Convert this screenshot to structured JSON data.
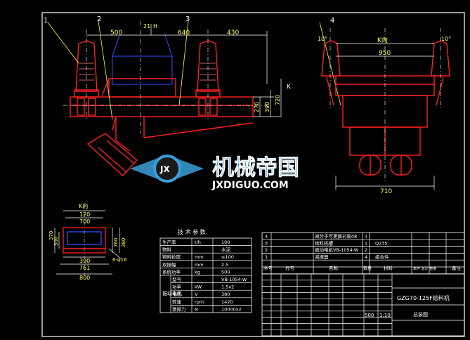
{
  "colors": {
    "background": "#000000",
    "frame": "#ffffff",
    "machine": "#ff2020",
    "dimension": "#ffffff",
    "hidden": "#3050ff",
    "centerline": "#ffffff",
    "leader": "#ffff40",
    "dim_text": "#ffff60",
    "watermark": "#3aa0d8"
  },
  "callouts": {
    "c1": "1",
    "c2": "2",
    "c3": "3",
    "c4": "4"
  },
  "front_view": {
    "d_500": "500",
    "d_640": "640",
    "d_430": "430",
    "d_21": "21",
    "d_h1": "H",
    "d_k": "K",
    "d_270": "270",
    "d_390": "390",
    "d_720": "720"
  },
  "side_view": {
    "k_label": "K向",
    "d_950": "950",
    "d_710": "710",
    "angle_l": "10°",
    "angle_r": "10°"
  },
  "section_view": {
    "title": "K向",
    "d_120": "120",
    "d_700": "700",
    "d_390": "390",
    "d_761": "761",
    "d_800": "800",
    "d_370": "370",
    "d_300": "300",
    "d_760": "760",
    "d_380": "380",
    "note": "6-φ16"
  },
  "watermark": {
    "cn": "机械帝国",
    "en": "JXDIGUO.COM",
    "logo": "JX"
  },
  "spec_table": {
    "title": "技 术 参 数",
    "rows": [
      {
        "name": "生产率",
        "unit": "t/h",
        "value": "100"
      },
      {
        "name": "物料",
        "unit": "",
        "value": "水泥"
      },
      {
        "name": "物料粒度",
        "unit": "mm",
        "value": "≤100"
      },
      {
        "name": "双振幅",
        "unit": "mm",
        "value": "2.5"
      },
      {
        "name": "系统功率",
        "unit": "kg",
        "value": "500"
      }
    ],
    "group_label": "振动电机",
    "motor_rows": [
      {
        "name": "型号",
        "unit": "",
        "value": "VB-1054-W"
      },
      {
        "name": "功率",
        "unit": "kW",
        "value": "1.5x2"
      },
      {
        "name": "电压",
        "unit": "V",
        "value": "380"
      },
      {
        "name": "转速",
        "unit": "rpm",
        "value": "1420"
      },
      {
        "name": "激振力",
        "unit": "N",
        "value": "10000x2"
      }
    ]
  },
  "parts_list": {
    "rows": [
      {
        "no": "4",
        "name": "减分子可更换衬板δ8",
        "qty": "1",
        "material": ""
      },
      {
        "no": "3",
        "name": "给料机槽",
        "qty": "1",
        "material": "Q235"
      },
      {
        "no": "2",
        "name": "振动电机VB-1054-W",
        "qty": "2",
        "material": ""
      },
      {
        "no": "1",
        "name": "减振器",
        "qty": "4",
        "material": "组合件"
      }
    ],
    "header": {
      "no": "序号",
      "code": "代号",
      "name": "名称",
      "qty": "数量",
      "material": "材料",
      "weight": "单件 总计 重量",
      "remark": "备注"
    }
  },
  "title_block": {
    "drawing_no": "GZG70-125F给料机",
    "drawing_name": "总装图",
    "scale": "1:10",
    "weight": "500"
  }
}
